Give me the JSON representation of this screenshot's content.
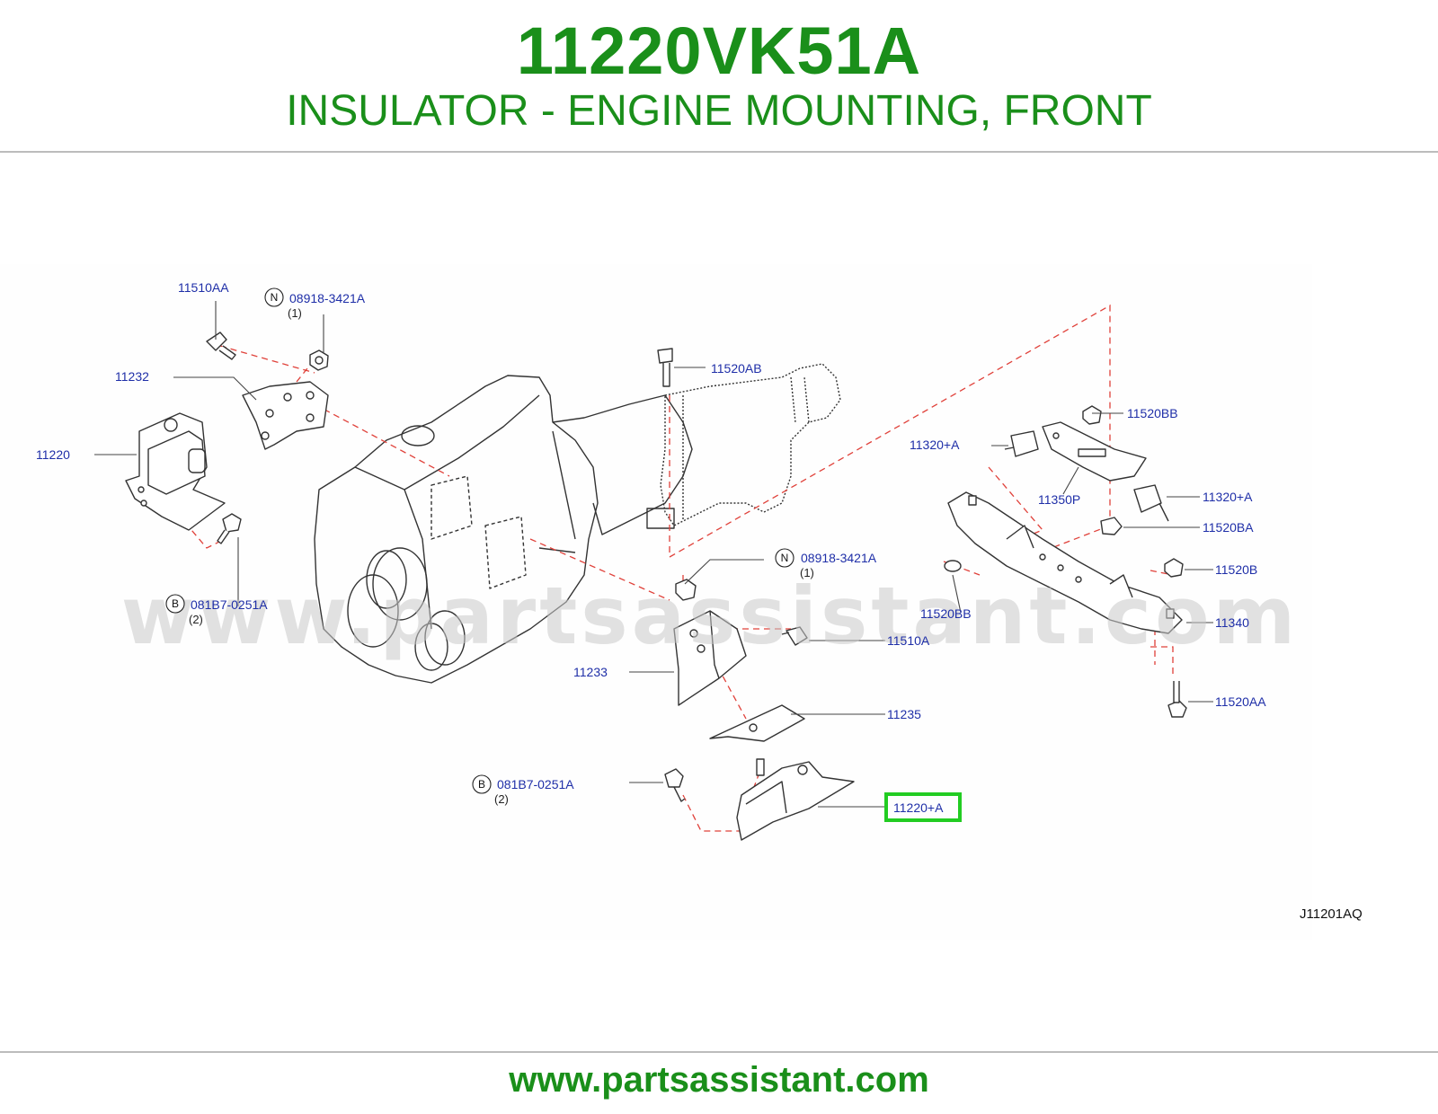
{
  "header": {
    "part_number": "11220VK51A",
    "part_name": "INSULATOR - ENGINE MOUNTING, FRONT"
  },
  "diagram": {
    "watermark": "www.partsassistant.com",
    "code": "J11201AQ",
    "highlighted_label": "11220+A",
    "highlight_color": "#22cc22",
    "labels": {
      "l_11510AA": "11510AA",
      "l_n_top": "N",
      "l_08918_top": "08918-3421A",
      "l_qty1_top": "(1)",
      "l_11232": "11232",
      "l_11220": "11220",
      "l_b_left": "B",
      "l_081B7_left": "081B7-0251A",
      "l_qty2_left": "(2)",
      "l_11520AB": "11520AB",
      "l_11520BB_top": "11520BB",
      "l_11320A_left": "11320+A",
      "l_11350P": "11350P",
      "l_11320A_right": "11320+A",
      "l_11520BA": "11520BA",
      "l_n_mid": "N",
      "l_08918_mid": "08918-3421A",
      "l_qty1_mid": "(1)",
      "l_11520B": "11520B",
      "l_11520BB_low": "11520BB",
      "l_11340": "11340",
      "l_11510A": "11510A",
      "l_11233": "11233",
      "l_11235": "11235",
      "l_11520AA": "11520AA",
      "l_b_low": "B",
      "l_081B7_low": "081B7-0251A",
      "l_qty2_low": "(2)",
      "l_11220A": "11220+A"
    }
  },
  "footer": {
    "url": "www.partsassistant.com"
  }
}
